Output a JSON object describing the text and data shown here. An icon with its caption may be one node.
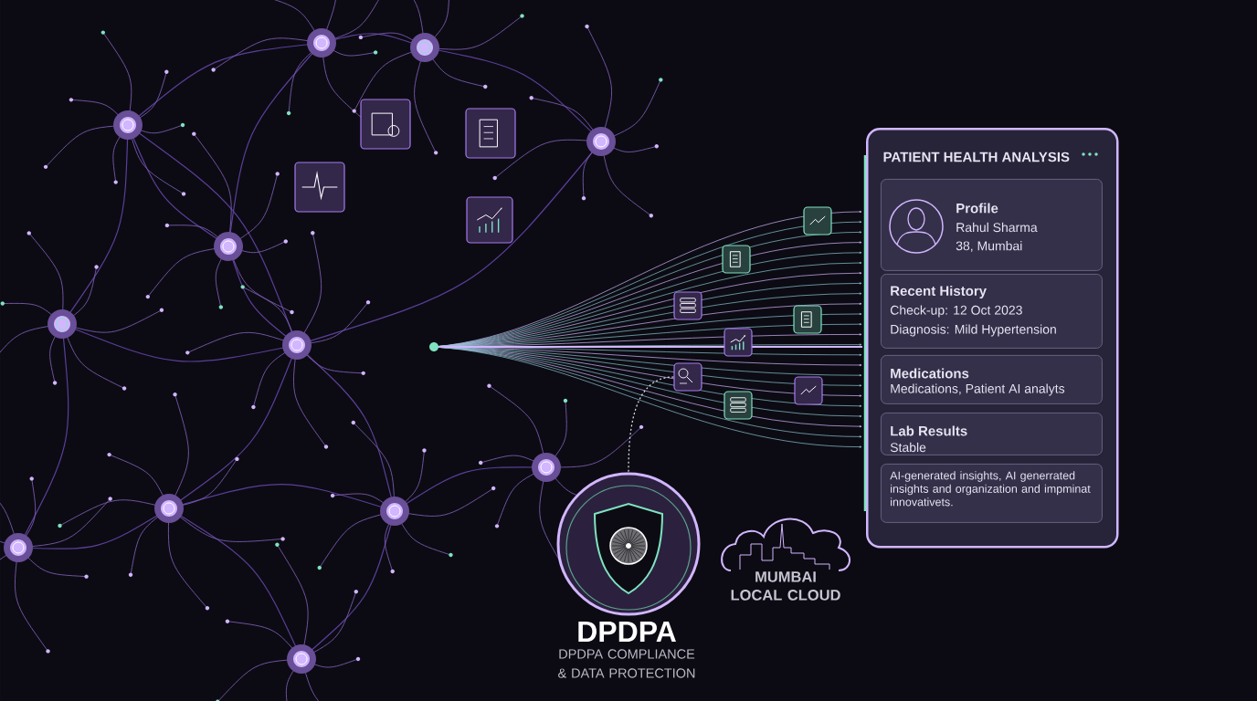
{
  "diagram": {
    "nodes": [
      {
        "text": [
          "PATIENT HEALTH ANALYSIS"
        ]
      },
      {
        "text": [
          "Profile",
          "Rahul Sharma",
          "38, Mumbai"
        ],
        "in": 0
      },
      {
        "text": [
          "Recent History",
          "Check-up:  12 Oct 2023",
          "Diagnosis: Mild Hypertension"
        ],
        "in": 0
      },
      {
        "text": [
          "Medications",
          "Medications, Patient AI analyts"
        ],
        "in": 0
      },
      {
        "text": [
          "Lab Results",
          "Stable"
        ],
        "in": 0
      },
      {
        "text": [
          "AI-generated insights, AI generrated insights and organization and impminat innovativets."
        ],
        "in": 0
      },
      {
        "text": [
          "DPDPA",
          "DPDPA COMPLIANCE & DATA PROTECTION"
        ]
      },
      {
        "text": [
          "MUMBAI LOCAL CLOUD"
        ]
      },
      {
        "text": [],
        "shape": "picture"
      }
    ],
    "edges": [
      {
        "from": 8,
        "to": 6,
        "arrow": "none",
        "style": "dashed"
      }
    ]
  }
}
